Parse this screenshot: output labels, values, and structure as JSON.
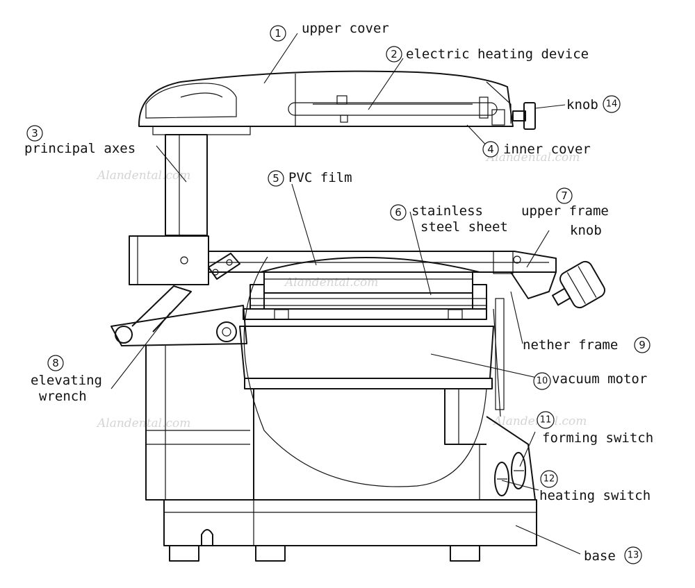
{
  "watermark": "Alandental.com",
  "parts": [
    {
      "num": "1",
      "label": "upper cover"
    },
    {
      "num": "2",
      "label": "electric heating device"
    },
    {
      "num": "3",
      "label": "principal axes"
    },
    {
      "num": "4",
      "label": "inner cover"
    },
    {
      "num": "5",
      "label": "PVC film"
    },
    {
      "num": "6",
      "label_lines": [
        "stainless",
        "steel sheet"
      ]
    },
    {
      "num": "7",
      "label_lines": [
        "upper frame",
        "knob"
      ]
    },
    {
      "num": "8",
      "label_lines": [
        "elevating",
        "wrench"
      ]
    },
    {
      "num": "9",
      "label": "nether frame"
    },
    {
      "num": "10",
      "label": "vacuum motor"
    },
    {
      "num": "11",
      "label": "forming switch"
    },
    {
      "num": "12",
      "label": "heating switch"
    },
    {
      "num": "13",
      "label": "base"
    },
    {
      "num": "14",
      "label": "knob"
    }
  ]
}
